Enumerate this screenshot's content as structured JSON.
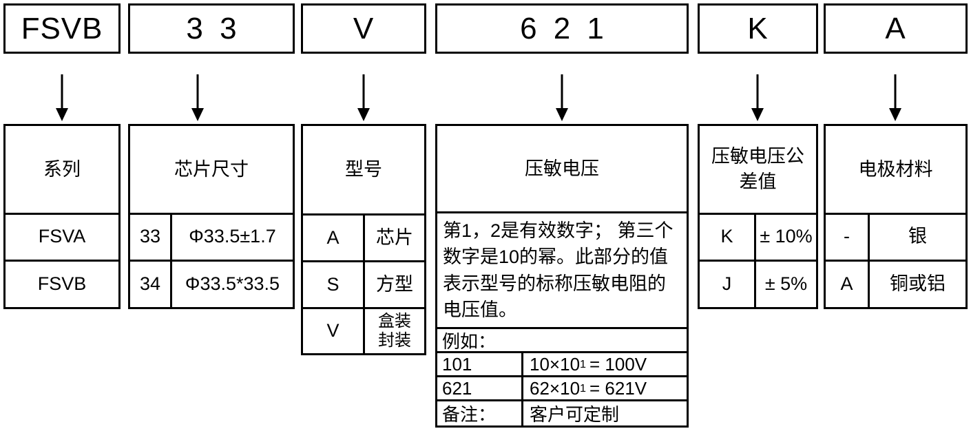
{
  "part_number": {
    "segments": [
      {
        "name": "series-code",
        "value": "FSVB",
        "spaced": false
      },
      {
        "name": "chip-size-code",
        "value": "33",
        "spaced": true
      },
      {
        "name": "model-code",
        "value": "V",
        "spaced": false
      },
      {
        "name": "voltage-code",
        "value": "621",
        "spaced": true
      },
      {
        "name": "tolerance-code",
        "value": "K",
        "spaced": false
      },
      {
        "name": "electrode-code",
        "value": "A",
        "spaced": false
      }
    ]
  },
  "columns": {
    "series": {
      "header": "系列",
      "rows": [
        {
          "value": "FSVA"
        },
        {
          "value": "FSVB"
        }
      ]
    },
    "chip_size": {
      "header": "芯片尺寸",
      "rows": [
        {
          "code": "33",
          "desc": "Φ33.5±1.7"
        },
        {
          "code": "34",
          "desc": "Φ33.5*33.5"
        }
      ]
    },
    "model": {
      "header": "型号",
      "rows": [
        {
          "code": "A",
          "desc": "芯片",
          "desc2": ""
        },
        {
          "code": "S",
          "desc": "方型",
          "desc2": ""
        },
        {
          "code": "V",
          "desc": "盒装",
          "desc2": "封装"
        }
      ]
    },
    "varistor_voltage": {
      "header": "压敏电压",
      "description": "第1，2是有效数字； 第三个数字是10的幂。此部分的值表示型号的标称压敏电阻的电压值。",
      "example_label": "例如：",
      "examples": [
        {
          "code": "101",
          "base": "10×10",
          "exp": "1",
          "result": "= 100V"
        },
        {
          "code": "621",
          "base": "62×10",
          "exp": "1",
          "result": "= 621V"
        }
      ],
      "note_label": "备注：",
      "note_value": "客户可定制"
    },
    "tolerance": {
      "header": "压敏电压公差值",
      "rows": [
        {
          "code": "K",
          "desc": "± 10%"
        },
        {
          "code": "J",
          "desc": "± 5%"
        }
      ]
    },
    "electrode": {
      "header": "电极材料",
      "rows": [
        {
          "code": "-",
          "desc": "银"
        },
        {
          "code": "A",
          "desc": "铜或铝"
        }
      ]
    }
  },
  "arrows": [
    {
      "name": "arrow-to-series"
    },
    {
      "name": "arrow-to-chip-size"
    },
    {
      "name": "arrow-to-model"
    },
    {
      "name": "arrow-to-varistor-voltage"
    },
    {
      "name": "arrow-to-tolerance"
    },
    {
      "name": "arrow-to-electrode"
    }
  ],
  "colors": {
    "line": "#000000",
    "background": "#ffffff",
    "text": "#000000"
  }
}
